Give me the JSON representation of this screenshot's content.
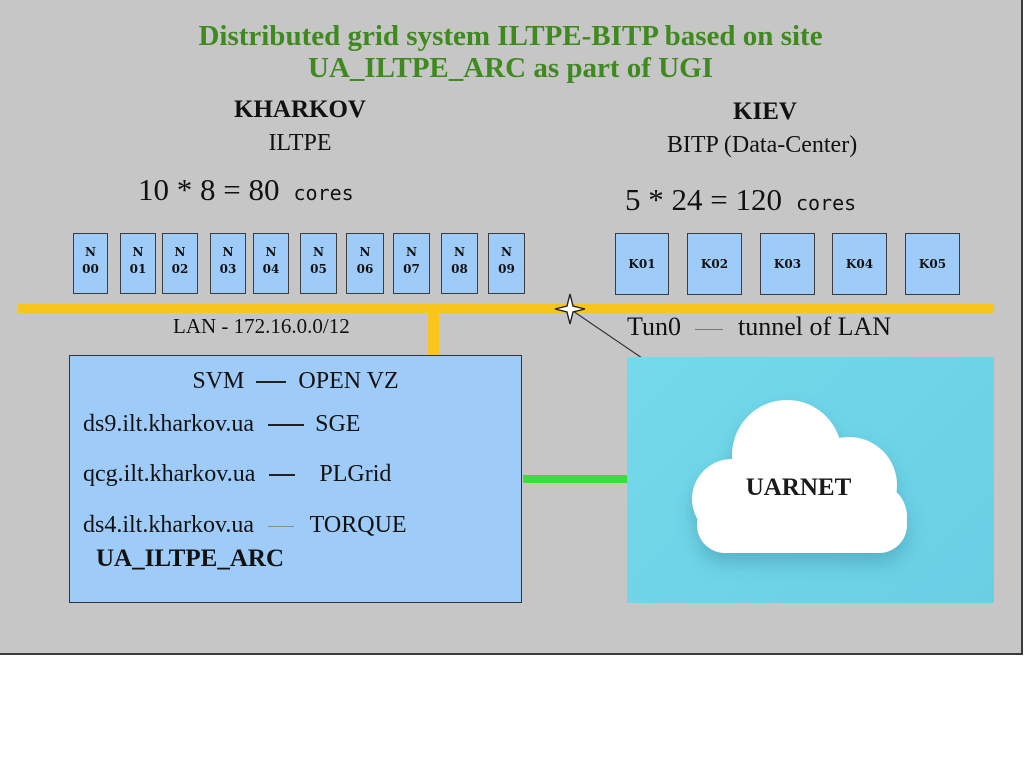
{
  "title": {
    "line1": "Distributed grid system ILTPE-BITP based on site",
    "line2": "UA_ILTPE_ARC as part of UGI"
  },
  "kharkov": {
    "city": "KHARKOV",
    "org": "ILTPE",
    "cores_formula": "10 * 8 = 80",
    "cores_unit": "cores",
    "nodes": [
      {
        "top": "N",
        "bottom": "00"
      },
      {
        "top": "N",
        "bottom": "01"
      },
      {
        "top": "N",
        "bottom": "02"
      },
      {
        "top": "N",
        "bottom": "03"
      },
      {
        "top": "N",
        "bottom": "04"
      },
      {
        "top": "N",
        "bottom": "05"
      },
      {
        "top": "N",
        "bottom": "06"
      },
      {
        "top": "N",
        "bottom": "07"
      },
      {
        "top": "N",
        "bottom": "08"
      },
      {
        "top": "N",
        "bottom": "09"
      }
    ],
    "lan_label": "LAN - 172.16.0.0/12"
  },
  "kiev": {
    "city": "KIEV",
    "org": "BITP (Data-Center)",
    "cores_formula": "5 * 24 = 120",
    "cores_unit": "cores",
    "nodes": [
      "K01",
      "K02",
      "K03",
      "K04",
      "K05"
    ],
    "tunnel_label_left": "Tun0",
    "tunnel_label_right": "tunnel of LAN"
  },
  "svm": {
    "title_left": "SVM",
    "title_right": "OPEN VZ",
    "hosts": [
      {
        "host": "ds9.ilt.kharkov.ua",
        "service": "SGE"
      },
      {
        "host": "qcg.ilt.kharkov.ua",
        "service": "PLGrid"
      },
      {
        "host": "ds4.ilt.kharkov.ua",
        "service": "TORQUE"
      }
    ],
    "site": "UA_ILTPE_ARC"
  },
  "cloud": {
    "label": "UARNET"
  },
  "colors": {
    "title_green": "#3f8a1e",
    "lan_yellow": "#f8c51c",
    "link_green": "#3fdc3a",
    "node_blue": "#9ecbf7",
    "cloud_bg": "#6fd4e7"
  }
}
